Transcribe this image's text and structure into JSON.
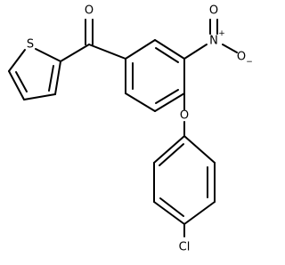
{
  "molecule": {
    "atoms": {
      "carbonyl_oxygen": "O",
      "thiophene_sulfur": "S",
      "nitro_nitrogen": "N",
      "nitro_nitrogen_charge": "+",
      "nitro_oxygen_top": "O",
      "nitro_oxygen_right": "O",
      "nitro_oxygen_right_charge": "−",
      "ether_oxygen": "O",
      "chlorine": "Cl"
    }
  },
  "colors": {
    "bond": "#000000",
    "background": "#ffffff"
  }
}
